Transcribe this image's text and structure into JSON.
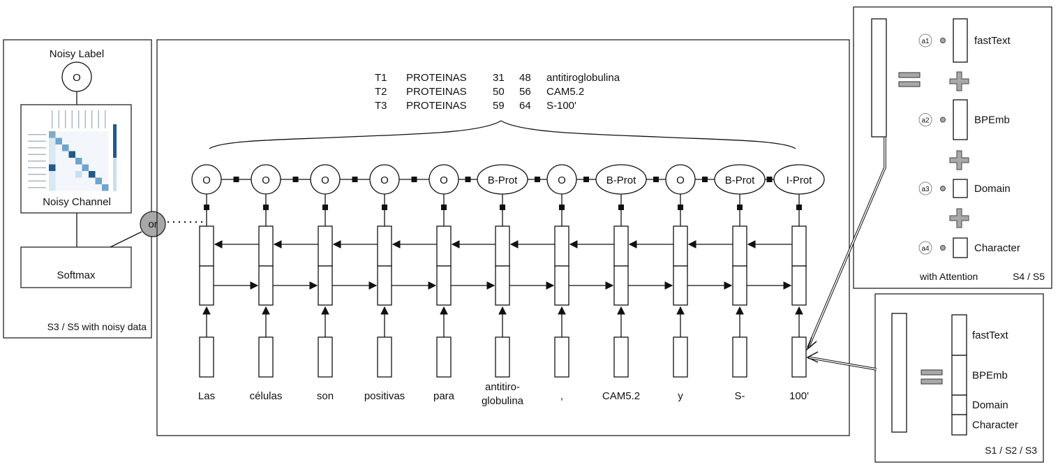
{
  "left_panel": {
    "noisy_label": "Noisy Label",
    "label_o": "O",
    "noisy_channel": "Noisy Channel",
    "softmax": "Softmax",
    "caption": "S3 / S5 with noisy data",
    "or_label": "or"
  },
  "annotations": [
    {
      "id": "T1",
      "type": "PROTEINAS",
      "start": "31",
      "end": "48",
      "text": "antitiroglobulina"
    },
    {
      "id": "T2",
      "type": "PROTEINAS",
      "start": "50",
      "end": "56",
      "text": "CAM5.2"
    },
    {
      "id": "T3",
      "type": "PROTEINAS",
      "start": "59",
      "end": "64",
      "text": "S-100'"
    }
  ],
  "tokens": [
    {
      "word": [
        "Las"
      ],
      "tag": "O"
    },
    {
      "word": [
        "células"
      ],
      "tag": "O"
    },
    {
      "word": [
        "son"
      ],
      "tag": "O"
    },
    {
      "word": [
        "positivas"
      ],
      "tag": "O"
    },
    {
      "word": [
        "para"
      ],
      "tag": "O"
    },
    {
      "word": [
        "antitiro-",
        "globulina"
      ],
      "tag": "B-Prot"
    },
    {
      "word": [
        ","
      ],
      "tag": "O"
    },
    {
      "word": [
        "CAM5.2"
      ],
      "tag": "B-Prot"
    },
    {
      "word": [
        "y"
      ],
      "tag": "O"
    },
    {
      "word": [
        "S-"
      ],
      "tag": "B-Prot"
    },
    {
      "word": [
        "100'"
      ],
      "tag": "I-Prot"
    }
  ],
  "attention_panel": {
    "weights": [
      "a1",
      "a2",
      "a3",
      "a4"
    ],
    "embeddings": [
      "fastText",
      "BPEmb",
      "Domain",
      "Character"
    ],
    "caption_left": "with Attention",
    "caption_right": "S4 / S5"
  },
  "concat_panel": {
    "embeddings": [
      "fastText",
      "BPEmb",
      "Domain",
      "Character"
    ],
    "caption": "S1 / S2 / S3"
  },
  "colors": {
    "heat_dark": "#1f5a8c",
    "heat_mid": "#6fa4cf",
    "heat_light": "#c9def0",
    "gray": "#a8a8a8"
  }
}
